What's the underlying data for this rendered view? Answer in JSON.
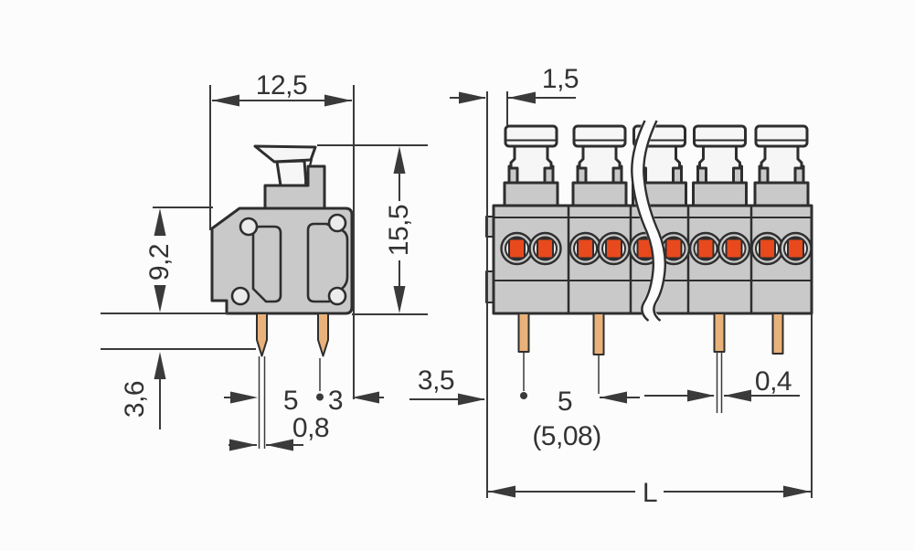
{
  "document": {
    "type": "technical dimensional drawing",
    "subject": "PCB terminal block with push-buttons, side view and 5-pole front view",
    "unit": "mm",
    "front_view_poles": 5
  },
  "labels": {
    "side_width": "12,5",
    "side_total_height": "15,5",
    "side_body_height": "9,2",
    "side_pin_length": "3,6",
    "side_pin_spacing": "5",
    "side_pin_to_edge": "3",
    "side_pin_width": "0,8",
    "front_button_offset": "1,5",
    "front_edge_to_pin": "3,5",
    "front_pin_pitch": "5",
    "front_pin_pitch_alt": "(5,08)",
    "front_pin_width": "0,4",
    "front_total_length": "L"
  },
  "colors": {
    "ink": "#2e2e2e",
    "dim": "#3a3a3a",
    "label": "#333333",
    "body_gray": "#c9c9c9",
    "light_gray": "#ebebeb",
    "white_part": "#f6f6f6",
    "orange": "#e8491d",
    "copper": "#e9b27a",
    "background": "#fcfcfc"
  }
}
